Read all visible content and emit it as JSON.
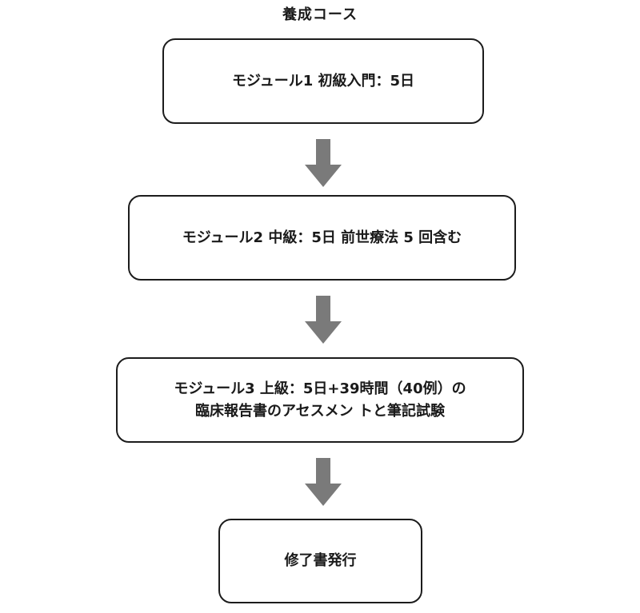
{
  "diagram": {
    "title": "養成コース",
    "nodes": [
      {
        "id": "module1",
        "lines": [
          "モジュール1 初級入門：5日"
        ]
      },
      {
        "id": "module2",
        "lines": [
          "モジュール2 中級：5日 前世療法 5 回含む"
        ]
      },
      {
        "id": "module3",
        "lines": [
          "モジュール3 上級：5日+39時間（40例）の",
          "臨床報告書のアセスメン トと筆記試験"
        ]
      },
      {
        "id": "certificate",
        "lines": [
          "修了書発行"
        ]
      }
    ],
    "edges": [
      {
        "from": "module1",
        "to": "module2"
      },
      {
        "from": "module2",
        "to": "module3"
      },
      {
        "from": "module3",
        "to": "certificate"
      }
    ],
    "colors": {
      "arrow": "#7a7a7a",
      "box_border": "#1c1c1c",
      "text": "#1a1a1a"
    }
  }
}
